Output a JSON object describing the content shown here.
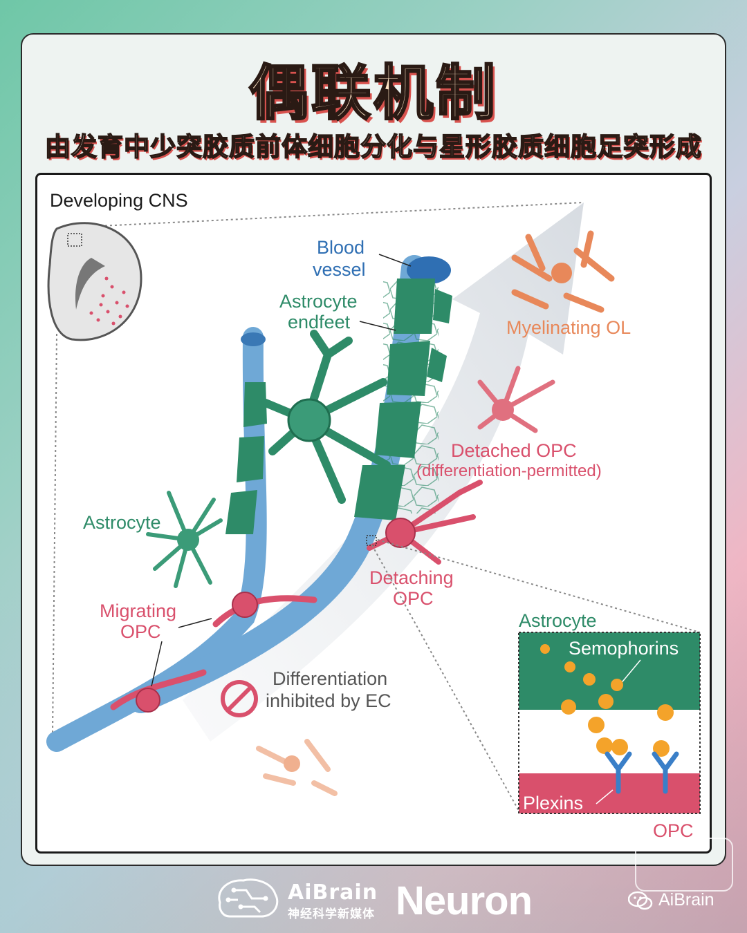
{
  "header": {
    "title": "偶联机制",
    "subtitle": "由发育中少突胶质前体细胞分化与星形胶质细胞足突形成"
  },
  "figure": {
    "panel_title": "Developing CNS",
    "labels": {
      "blood_vessel_1": "Blood",
      "blood_vessel_2": "vessel",
      "endfeet_1": "Astrocyte",
      "endfeet_2": "endfeet",
      "myelinating": "Myelinating OL",
      "detached_1": "Detached OPC",
      "detached_2": "(differentiation-permitted)",
      "astrocyte": "Astrocyte",
      "detaching_1": "Detaching",
      "detaching_2": "OPC",
      "migrating_1": "Migrating",
      "migrating_2": "OPC",
      "inhibited_1": "Differentiation",
      "inhibited_2": "inhibited by EC"
    },
    "inset": {
      "top_label": "Astrocyte",
      "semophorins": "Semophorins",
      "plexins": "Plexins",
      "bottom_label": "OPC"
    },
    "colors": {
      "vessel": "#6fa8d6",
      "astrocyte": "#2e8b68",
      "opc": "#d9506c",
      "ol": "#e8885a",
      "ligand": "#f4a32a",
      "receptor": "#3a7fc8"
    }
  },
  "footer": {
    "brand_name": "AiBrain",
    "brand_sub": "神经科学新媒体",
    "journal": "Neuron",
    "wechat_label": "AiBrain"
  },
  "icons": [
    "brain-circuit-icon",
    "wechat-icon",
    "prohibited-icon"
  ]
}
